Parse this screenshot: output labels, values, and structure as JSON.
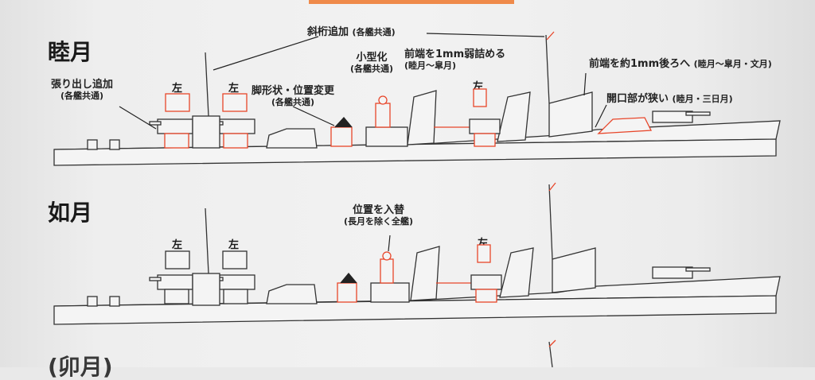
{
  "colors": {
    "accent": "#e8462a",
    "line": "#333333",
    "hull": "#f4f4f4"
  },
  "ships": [
    {
      "name": "睦月"
    },
    {
      "name": "如月"
    },
    {
      "name": "(卯月)"
    }
  ],
  "turret_mark": "左",
  "annotations": {
    "mutsuki": {
      "gaff": "斜桁追加",
      "gaff_note": "(各艦共通)",
      "sponson": "張り出し追加",
      "sponson_note": "(各艦共通)",
      "mount": "脚形状・位置変更",
      "mount_note": "(各艦共通)",
      "compact": "小型化",
      "compact_note": "(各艦共通)",
      "front_edge": "前端を1mm弱詰める",
      "front_edge_note": "(睦月〜皐月)",
      "front_back": "前端を約1mm後ろへ",
      "front_back_note": "(睦月〜皐月・文月)",
      "opening": "開口部が狭い",
      "opening_note": "(睦月・三日月)"
    },
    "kisaragi": {
      "swap": "位置を入替",
      "swap_note": "(長月を除く全艦)"
    }
  }
}
